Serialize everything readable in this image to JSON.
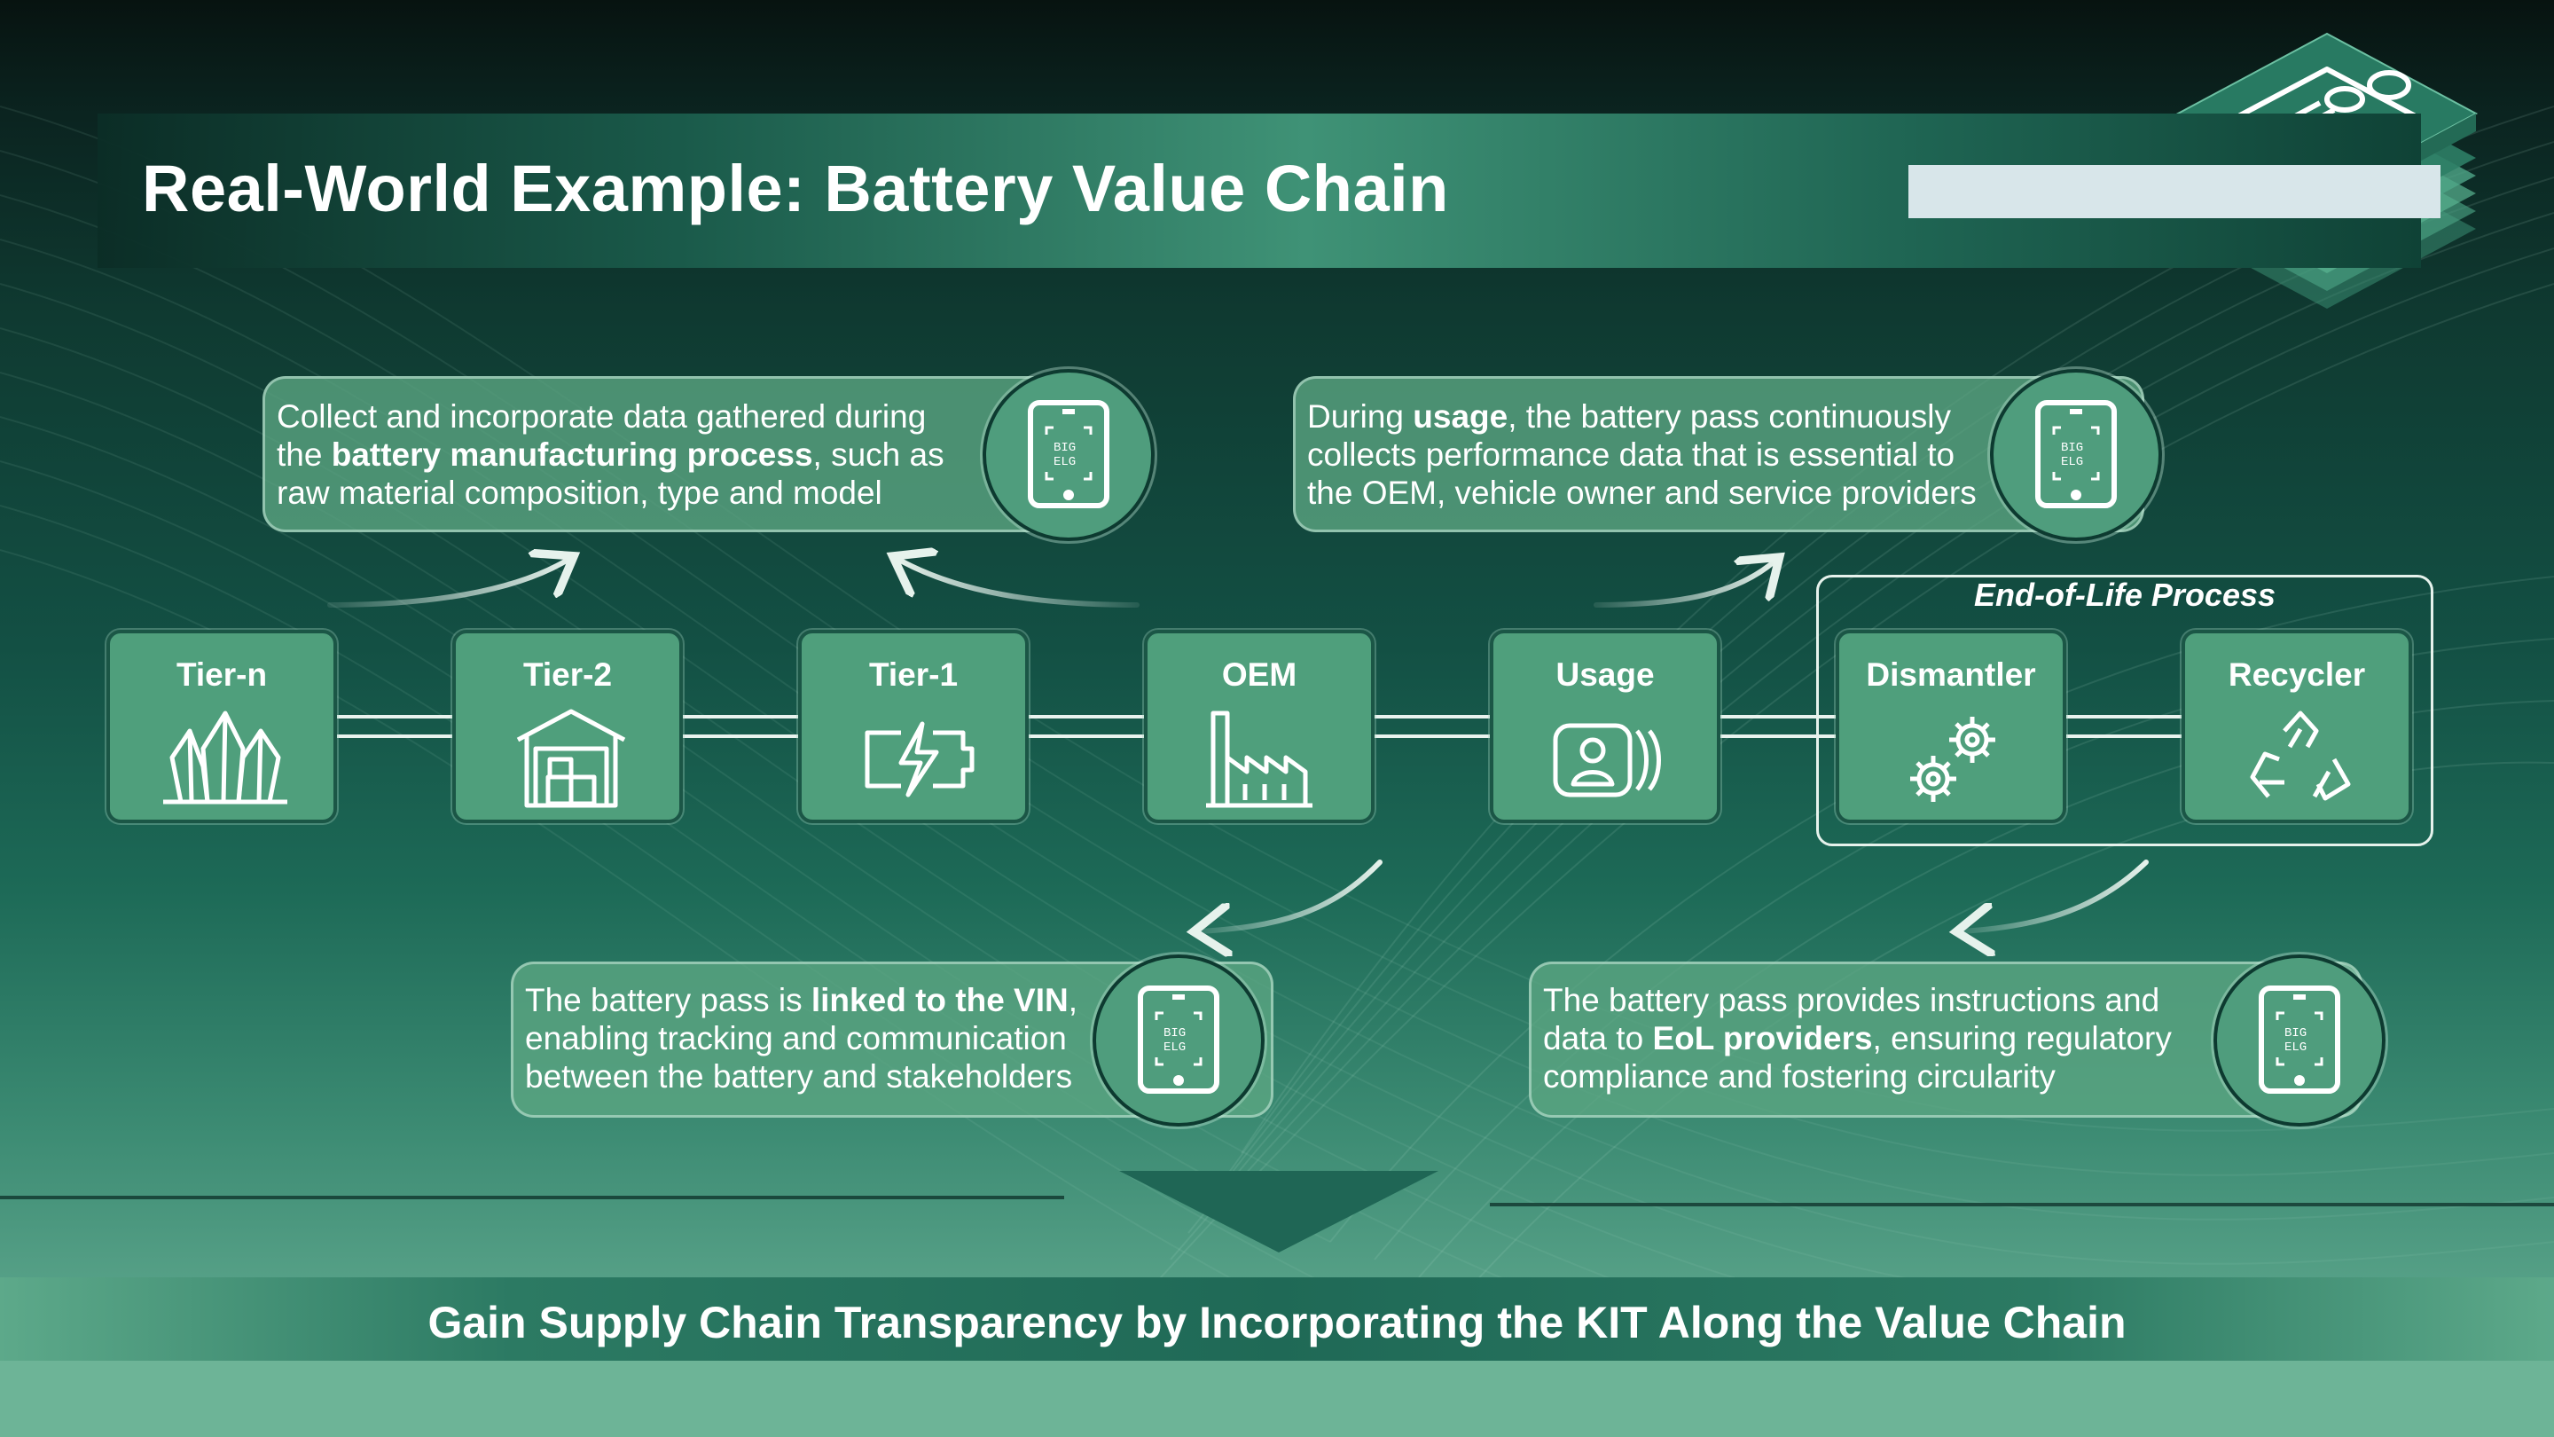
{
  "title": "Real-World Example: Battery Value Chain",
  "nodes": [
    {
      "label": "Tier-n",
      "icon": "crystal-icon"
    },
    {
      "label": "Tier-2",
      "icon": "warehouse-icon"
    },
    {
      "label": "Tier-1",
      "icon": "battery-charging-icon"
    },
    {
      "label": "OEM",
      "icon": "factory-icon"
    },
    {
      "label": "Usage",
      "icon": "user-card-icon"
    },
    {
      "label": "Dismantler",
      "icon": "gears-icon"
    },
    {
      "label": "Recycler",
      "icon": "recycle-icon"
    }
  ],
  "eol_label": "End-of-Life Process",
  "callouts": {
    "manufacturing": {
      "l1": "Collect and incorporate data gathered during",
      "l2_pre": "the ",
      "l2_bold": "battery manufacturing process",
      "l2_post": ", such as",
      "l3": "raw material composition, type and model"
    },
    "usage": {
      "l1_pre": "During ",
      "l1_bold": "usage",
      "l1_post": ", the battery pass continuously",
      "l2": "collects performance data that is essential to",
      "l3": "the OEM, vehicle owner and service providers"
    },
    "vin": {
      "l1_pre": "The battery pass is ",
      "l1_bold": "linked to the VIN",
      "l1_post": ",",
      "l2": "enabling tracking and communication",
      "l3": "between the battery and stakeholders"
    },
    "eol": {
      "l1": "The battery pass provides instructions and",
      "l2_pre": "data to ",
      "l2_bold": "EoL providers",
      "l2_post": ", ensuring regulatory",
      "l3": "compliance and fostering circularity"
    }
  },
  "bottom_banner": "Gain Supply Chain Transparency by Incorporating the KIT Along the Value Chain",
  "colors": {
    "node_fill": "#4f9f7c",
    "callout_fill": "#5ca783",
    "background_dark": "#071310",
    "background_light": "#6fb59a"
  }
}
